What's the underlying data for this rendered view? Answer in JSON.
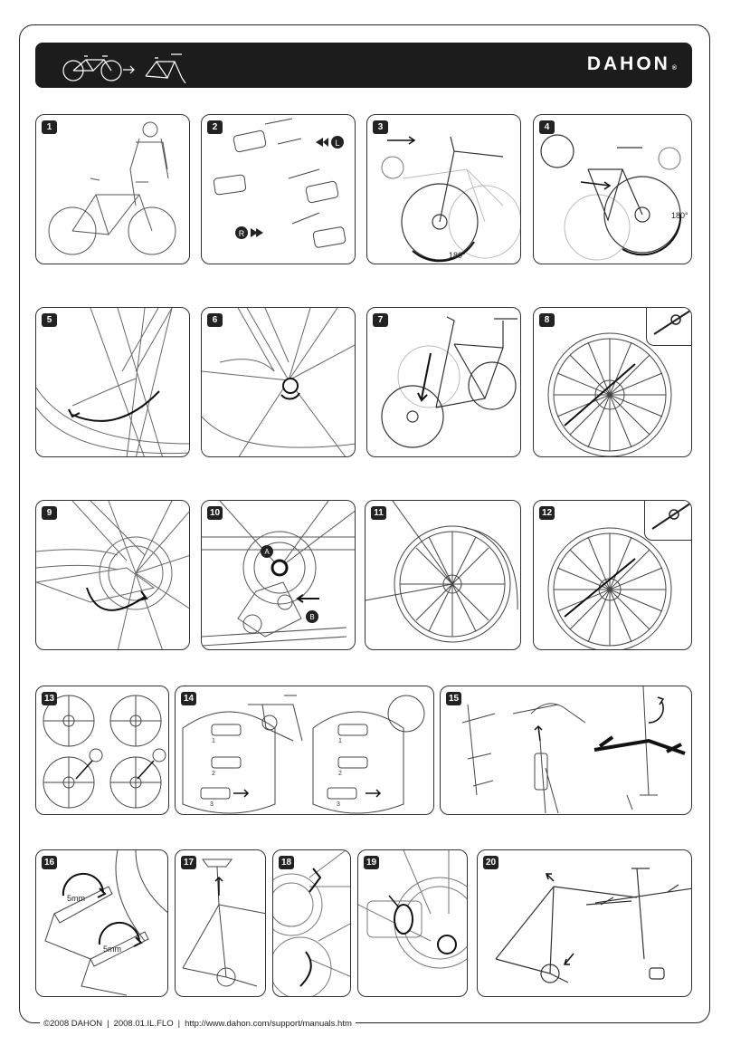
{
  "header": {
    "logo_text": "DAHON",
    "logo_mark": "®",
    "bg_color": "#1c1c1c"
  },
  "steps": [
    {
      "n": "1"
    },
    {
      "n": "2"
    },
    {
      "n": "3"
    },
    {
      "n": "4"
    },
    {
      "n": "5"
    },
    {
      "n": "6"
    },
    {
      "n": "7"
    },
    {
      "n": "8"
    },
    {
      "n": "9"
    },
    {
      "n": "10"
    },
    {
      "n": "11"
    },
    {
      "n": "12"
    },
    {
      "n": "13"
    },
    {
      "n": "14"
    },
    {
      "n": "15"
    },
    {
      "n": "16"
    },
    {
      "n": "17"
    },
    {
      "n": "18"
    },
    {
      "n": "19"
    },
    {
      "n": "20"
    }
  ],
  "labels": {
    "deg180_a": "180°",
    "deg180_b": "180°",
    "left_mark": "L",
    "right_mark": "R",
    "point_a": "A",
    "point_b": "B",
    "step14_1": "1",
    "step14_2": "2",
    "step14_3": "3",
    "step14_1b": "1",
    "step14_2b": "2",
    "step14_3b": "3",
    "mm5_a": "5mm",
    "mm5_b": "5mm"
  },
  "footer": {
    "copyright": "©2008 DAHON",
    "code": "2008.01.IL.FLO",
    "url": "http://www.dahon.com/support/manuals.htm"
  }
}
